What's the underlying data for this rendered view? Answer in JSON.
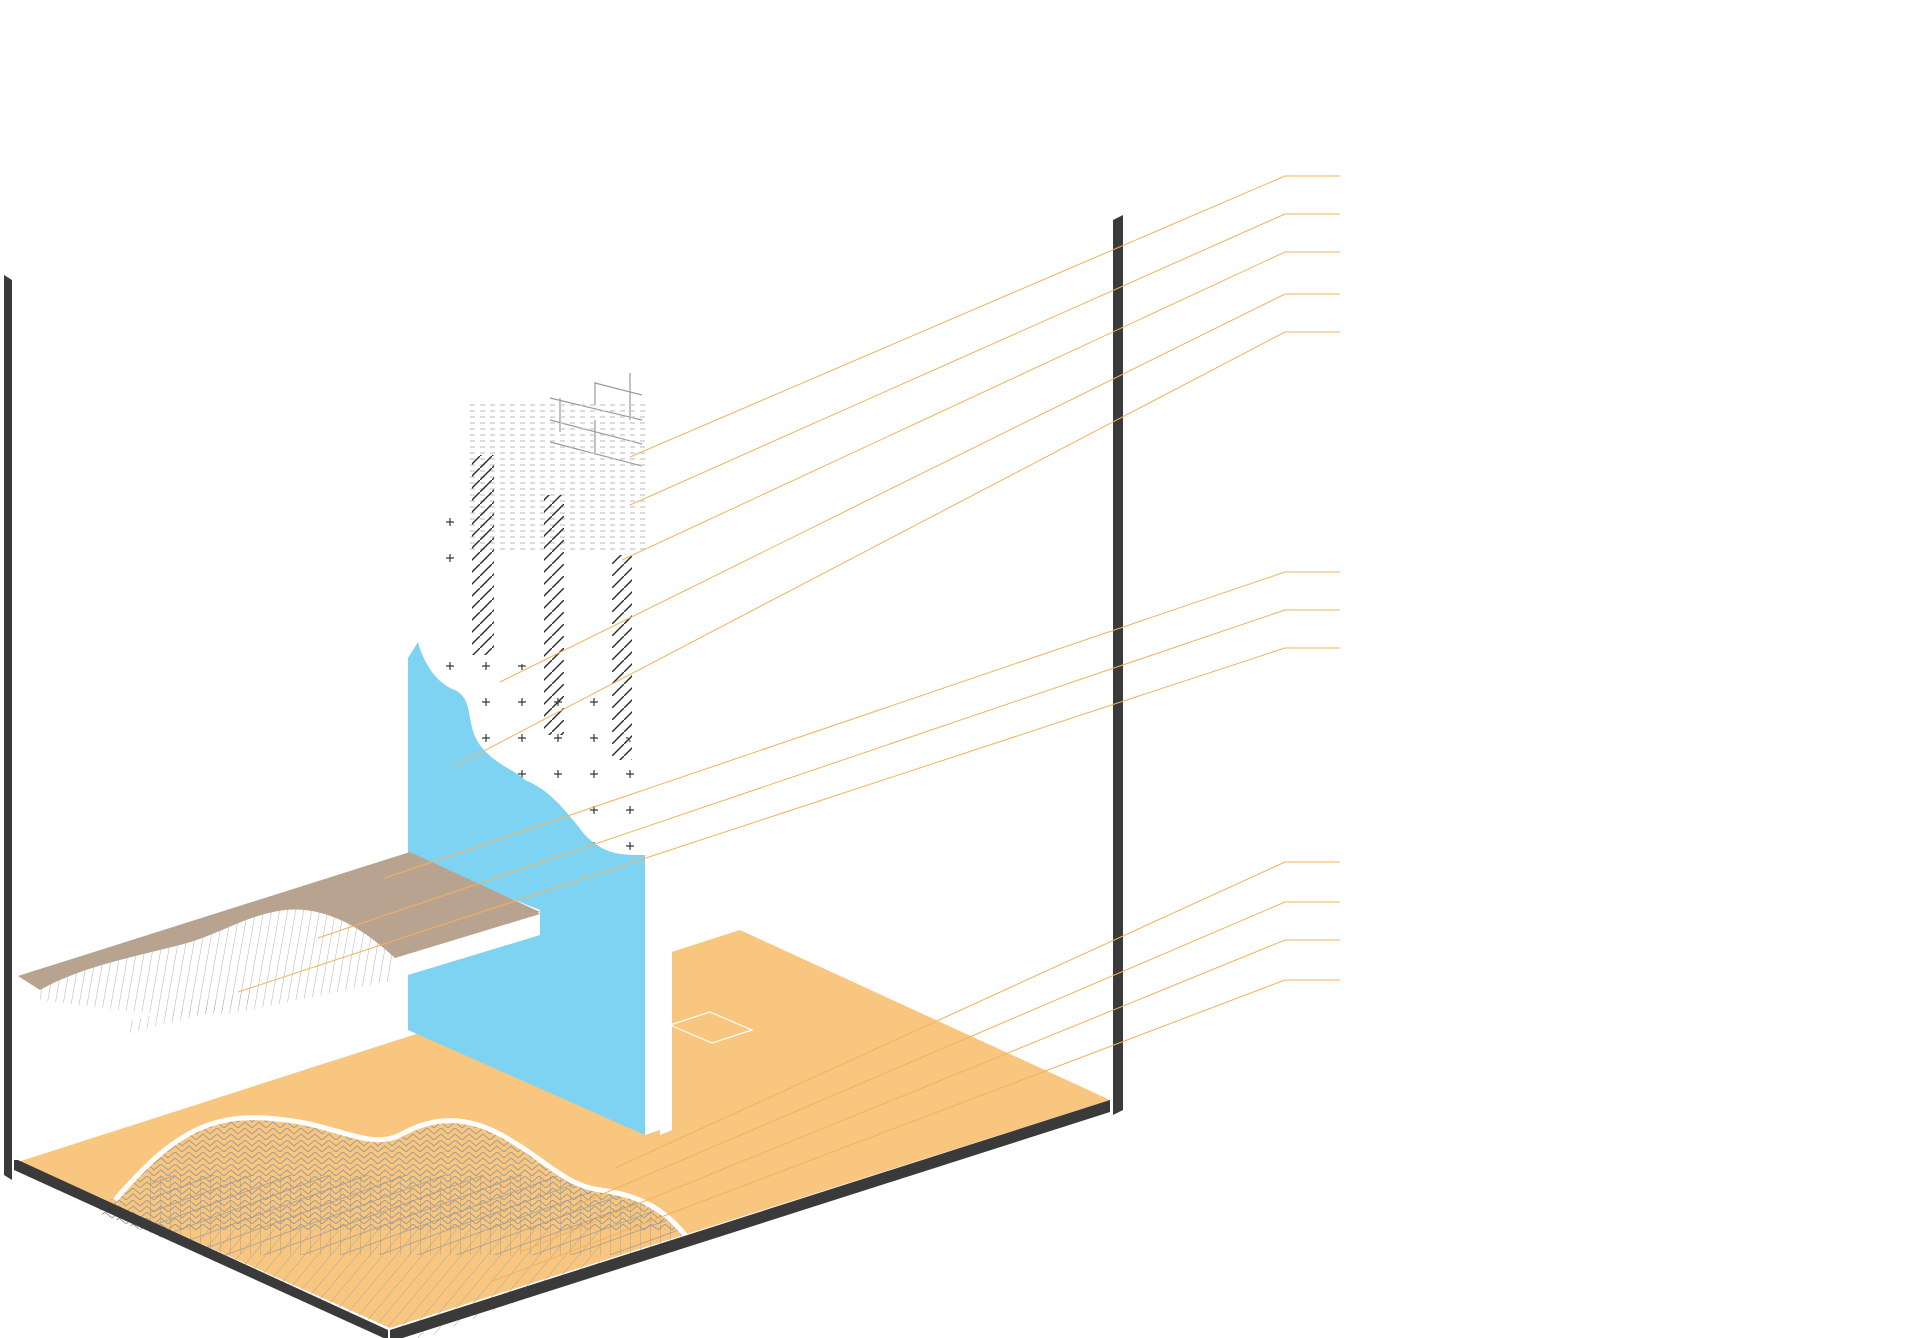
{
  "colors": {
    "frame": "#3a3a3a",
    "floor": "#f8c67e",
    "wall": "#7fd3f2",
    "shelf": "#b8a390",
    "leader": "#f3b25a",
    "hatch": "#9a9a9a",
    "dark_hatch": "#2a2a2a"
  },
  "diagram": {
    "layers": [
      {
        "name": "brick-texture-layer"
      },
      {
        "name": "dot-texture-layer"
      },
      {
        "name": "diagonal-hatch-layer"
      },
      {
        "name": "cross-pattern-layer"
      },
      {
        "name": "wall-plane"
      },
      {
        "name": "shelf-top"
      },
      {
        "name": "shelf-hatch"
      },
      {
        "name": "shelf-underside"
      },
      {
        "name": "floor-plane"
      },
      {
        "name": "floor-herringbone"
      },
      {
        "name": "floor-tiles"
      },
      {
        "name": "floor-stripes"
      }
    ]
  }
}
